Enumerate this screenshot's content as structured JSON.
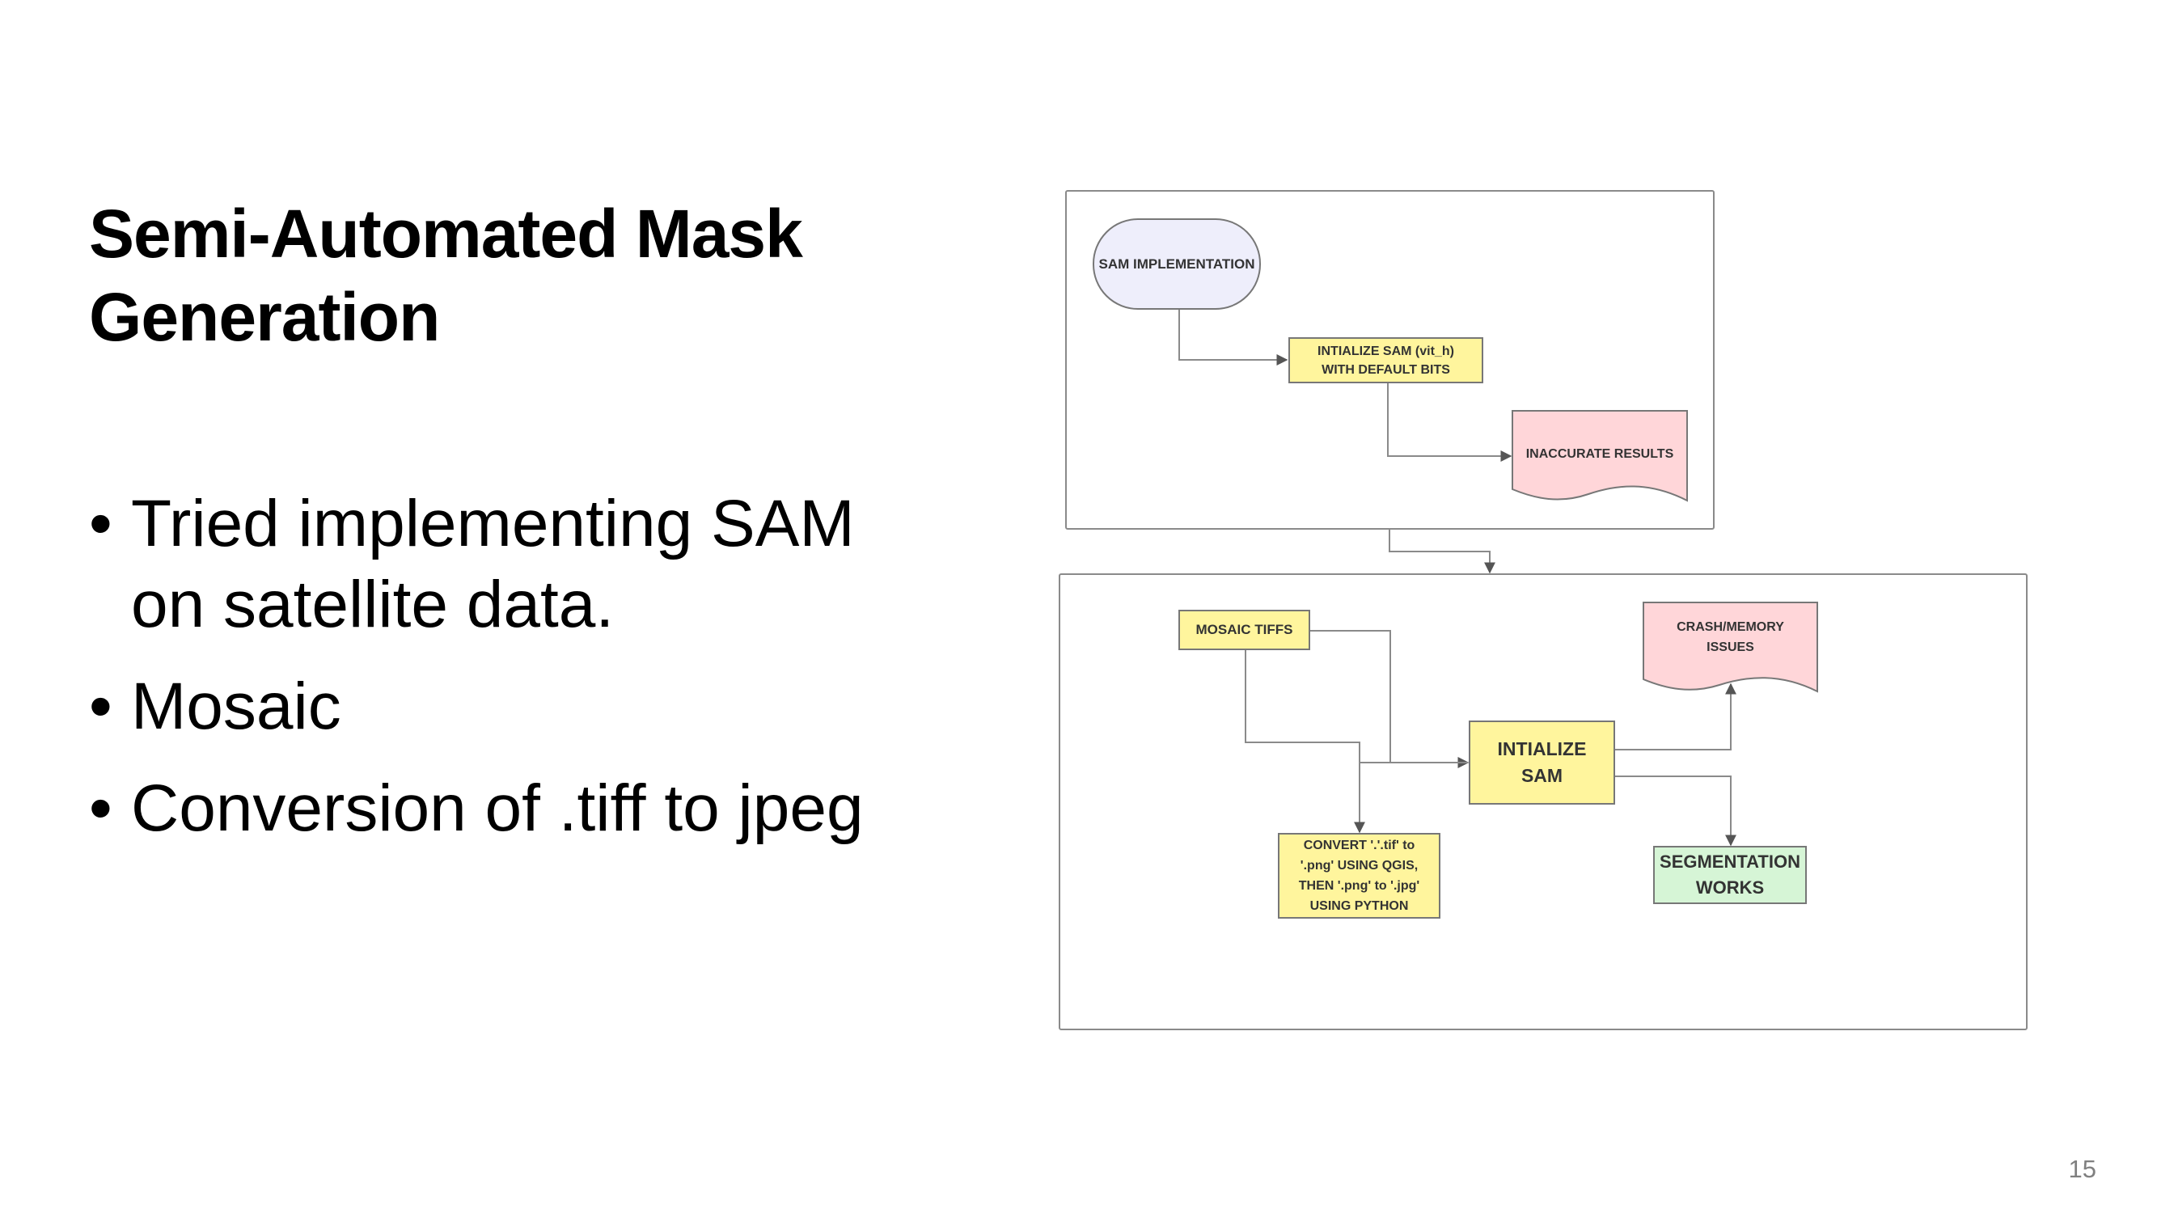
{
  "slide": {
    "title": "Semi-Automated Mask Generation",
    "bullets": [
      "Tried implementing SAM on satellite data.",
      "Mosaic",
      "Conversion of .tiff to jpeg"
    ],
    "page_number": "15"
  },
  "diagram": {
    "top_group": {
      "sam_implementation": "SAM IMPLEMENTATION",
      "init_sam_default_line1": "INTIALIZE SAM (vit_h)",
      "init_sam_default_line2": "WITH DEFAULT BITS",
      "inaccurate_results": "INACCURATE RESULTS"
    },
    "bottom_group": {
      "mosaic_tiffs": "MOSAIC TIFFS",
      "crash_line1": "CRASH/MEMORY",
      "crash_line2": "ISSUES",
      "init_sam_line1": "INTIALIZE",
      "init_sam_line2": "SAM",
      "convert_line1": "CONVERT '.'.tif' to",
      "convert_line2": "'.png' USING QGIS,",
      "convert_line3": "THEN '.png' to '.jpg'",
      "convert_line4": "USING PYTHON",
      "segmentation_line1": "SEGMENTATION",
      "segmentation_line2": "WORKS"
    },
    "colors": {
      "process_fill": "#fff59d",
      "start_fill": "#eeeefb",
      "failure_fill": "#ffd6d9",
      "success_fill": "#d6f5d6",
      "line": "#8a8a8a"
    }
  }
}
